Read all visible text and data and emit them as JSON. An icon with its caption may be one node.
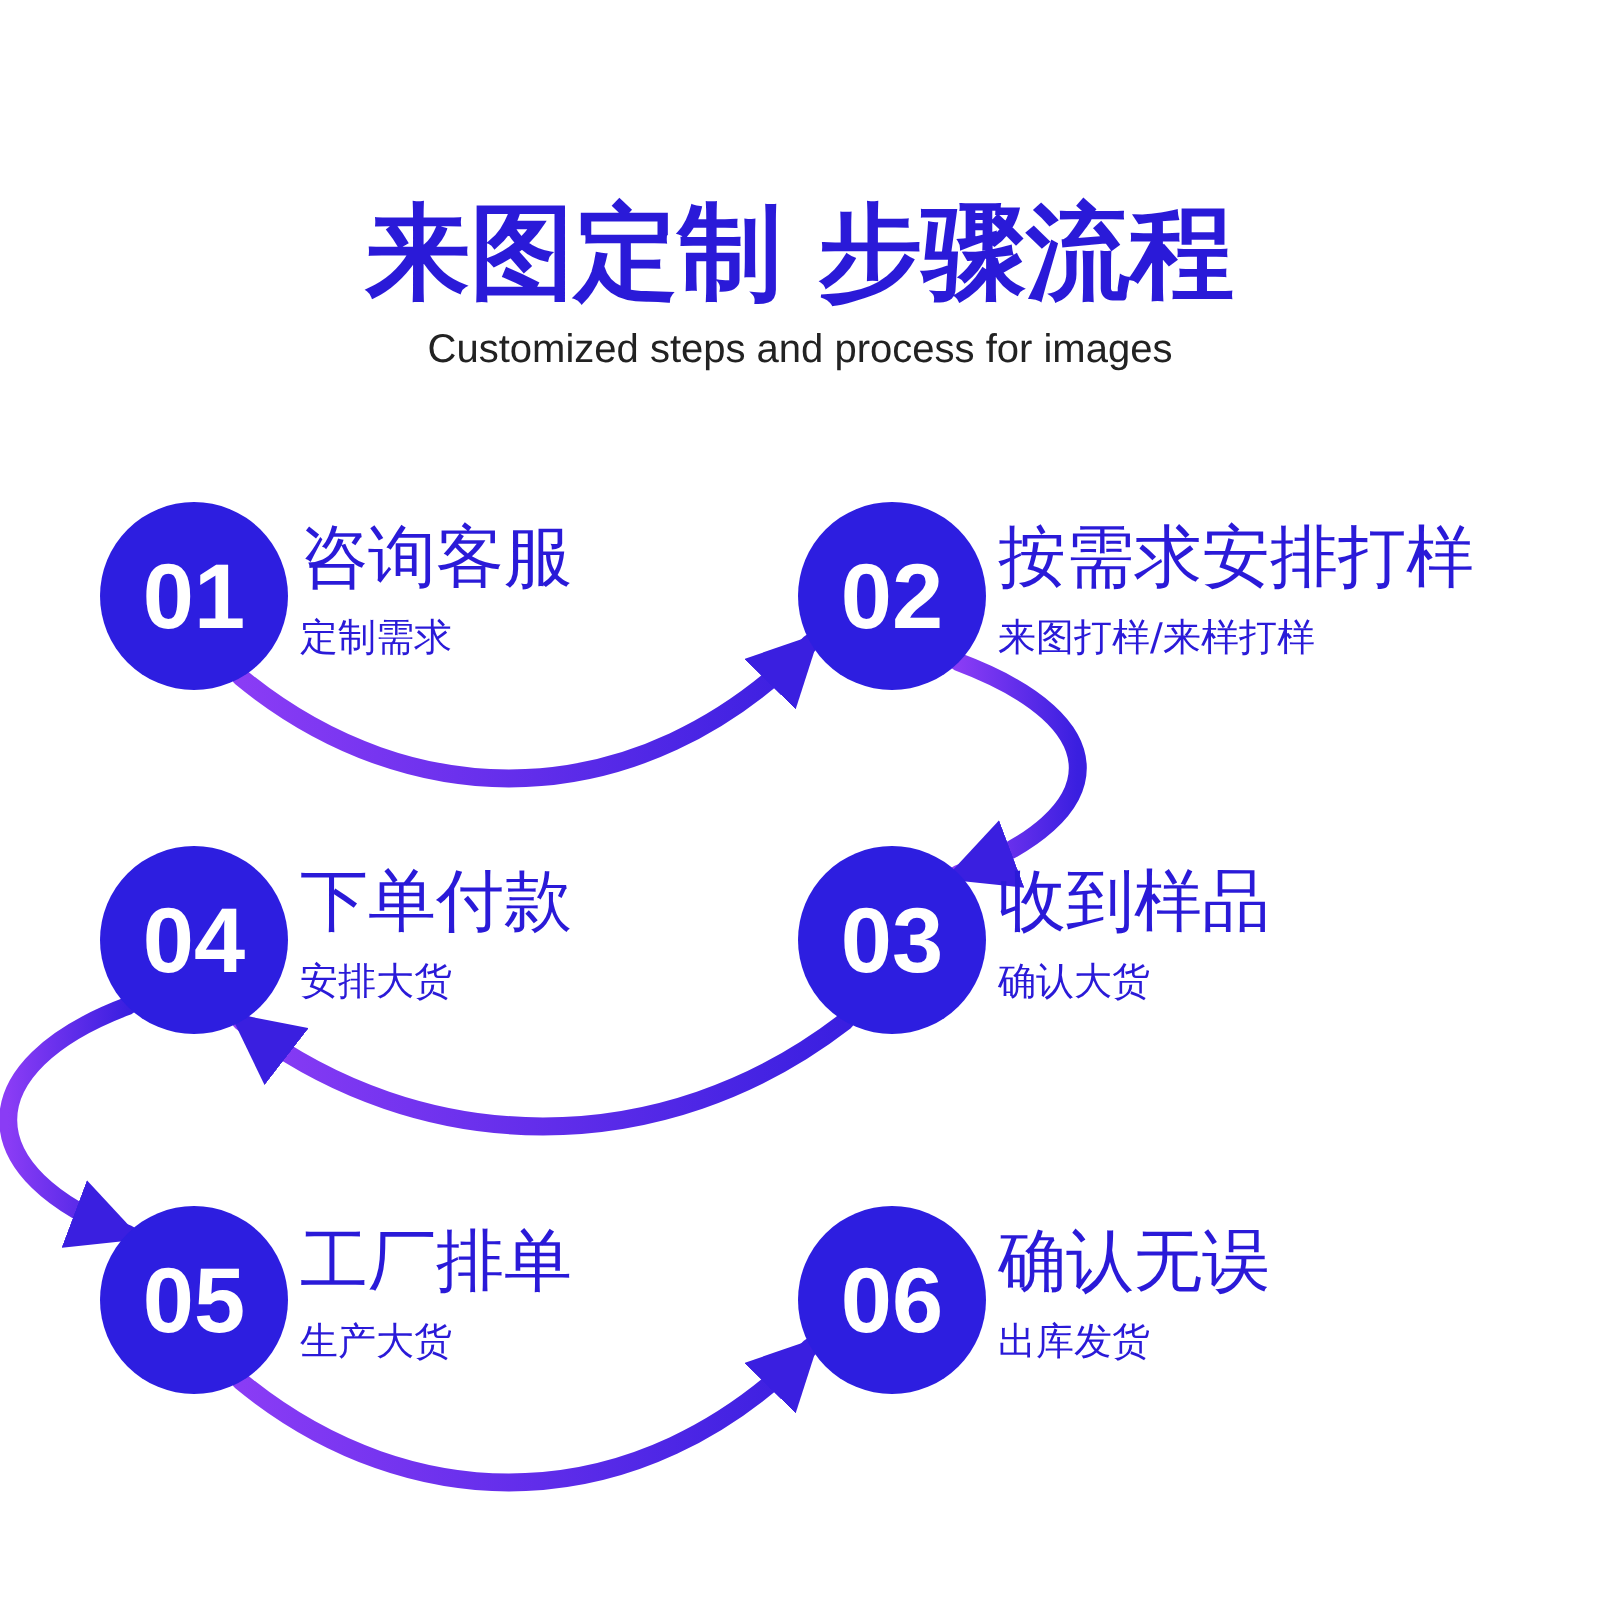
{
  "diagram": {
    "title": "来图定制 步骤流程",
    "caption": "Customized steps and process for images",
    "nodes": [
      {
        "text": [
          "01"
        ],
        "beside": [
          "咨询客服",
          "定制需求"
        ]
      },
      {
        "text": [
          "02"
        ],
        "beside": [
          "按需求安排打样",
          "来图打样/来样打样"
        ]
      },
      {
        "text": [
          "03"
        ],
        "beside": [
          "收到样品",
          "确认大货"
        ]
      },
      {
        "text": [
          "04"
        ],
        "beside": [
          "下单付款",
          "安排大货"
        ]
      },
      {
        "text": [
          "05"
        ],
        "beside": [
          "工厂排单",
          "生产大货"
        ]
      },
      {
        "text": [
          "06"
        ],
        "beside": [
          "确认无误",
          "出库发货"
        ]
      }
    ],
    "edges": [
      {
        "from": 0,
        "to": 1,
        "arrow": "to",
        "style": "thick"
      },
      {
        "from": 1,
        "to": 2,
        "arrow": "to",
        "style": "thick"
      },
      {
        "from": 2,
        "to": 3,
        "arrow": "to",
        "style": "thick"
      },
      {
        "from": 3,
        "to": 4,
        "arrow": "to",
        "style": "thick"
      },
      {
        "from": 4,
        "to": 5,
        "arrow": "to",
        "style": "thick"
      }
    ]
  }
}
